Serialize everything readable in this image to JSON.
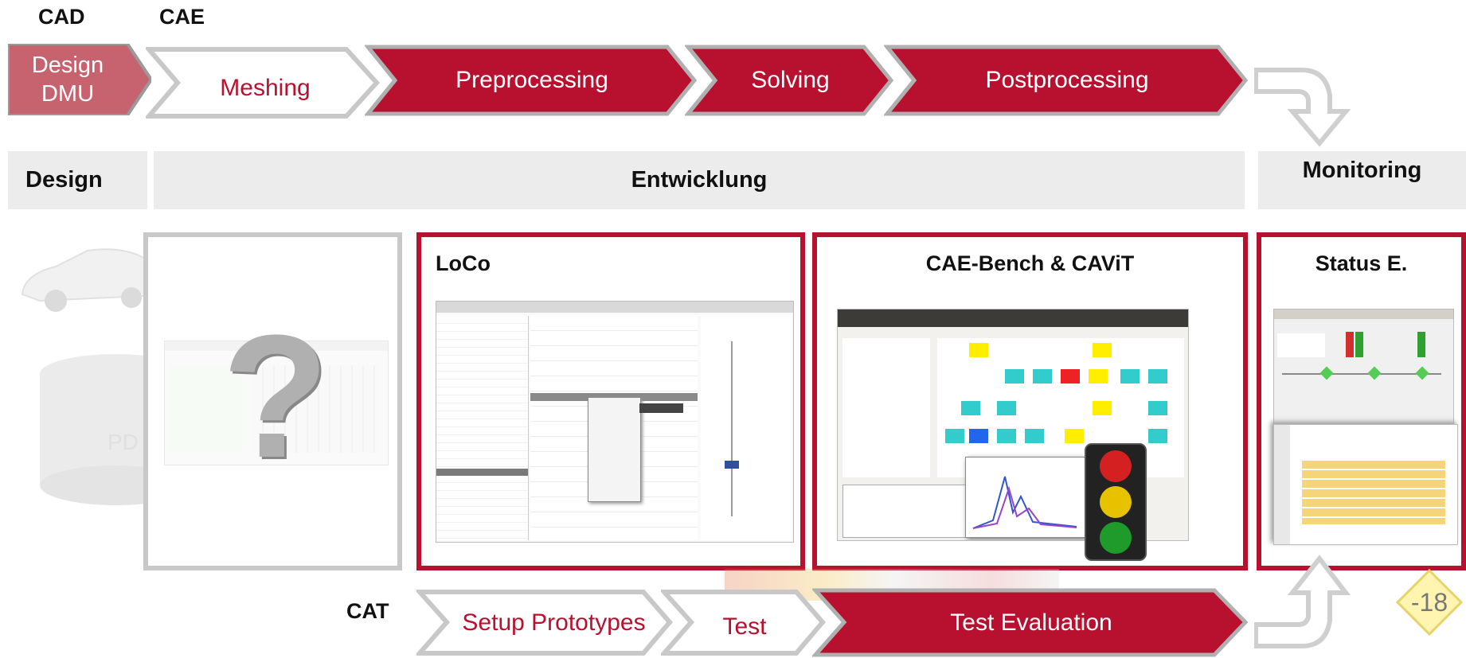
{
  "headers": {
    "cad": "CAD",
    "cae": "CAE",
    "cat": "CAT"
  },
  "process_top": [
    {
      "label": "Design\nDMU"
    },
    {
      "label": "Meshing"
    },
    {
      "label": "Preprocessing"
    },
    {
      "label": "Solving"
    },
    {
      "label": "Postprocessing"
    }
  ],
  "phases": {
    "design": "Design",
    "entwicklung": "Entwicklung",
    "monitoring": "Monitoring"
  },
  "panels": {
    "loco": "LoCo",
    "caebench": "CAE-Bench & CAViT",
    "status": "Status E."
  },
  "background": {
    "pdm_text": "PD"
  },
  "process_bottom": [
    {
      "label": "Setup Prototypes"
    },
    {
      "label": "Test"
    },
    {
      "label": "Test Evaluation"
    }
  ],
  "page_number": "-18",
  "colors": {
    "brand_red": "#b8102f",
    "light_red": "#c7636f",
    "band_gray": "#ececec",
    "border_gray": "#c8c8c8"
  },
  "icons": [
    "question-mark-icon",
    "traffic-light-icon",
    "curved-arrow-down-icon",
    "curved-arrow-up-icon"
  ]
}
